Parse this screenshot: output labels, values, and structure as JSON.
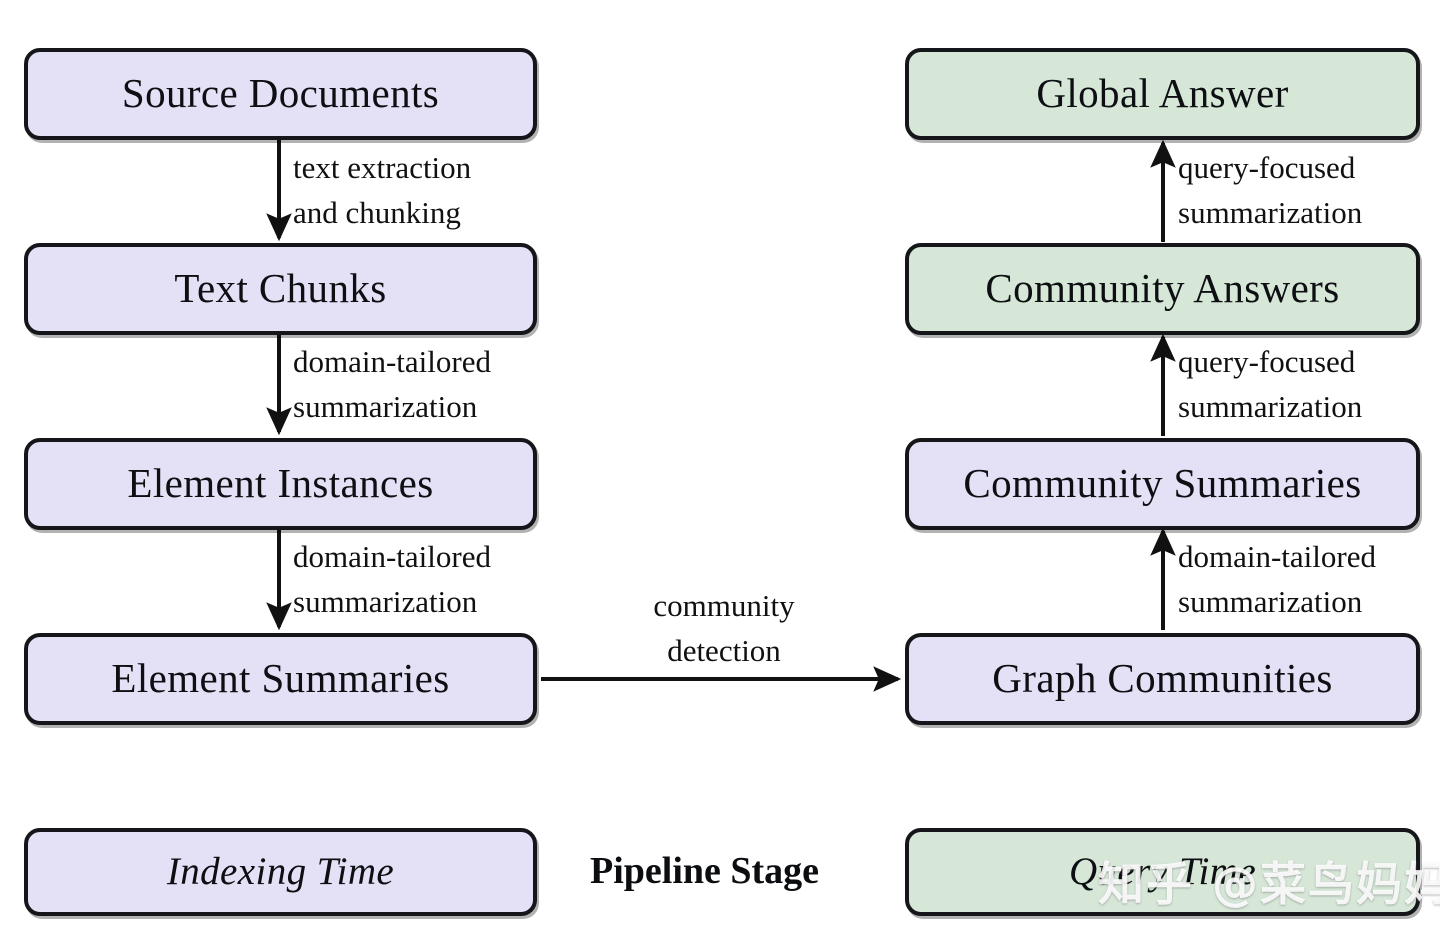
{
  "figure": {
    "type": "flow-diagram",
    "background": "#ffffff",
    "colors": {
      "indexing_fill": "#e4e1f7",
      "query_fill": "#d6e7d8",
      "border": "#14161a",
      "text": "#111111"
    }
  },
  "nodes": {
    "source_documents": "Source Documents",
    "text_chunks": "Text Chunks",
    "element_instances": "Element Instances",
    "element_summaries": "Element Summaries",
    "graph_communities": "Graph Communities",
    "community_summaries": "Community Summaries",
    "community_answers": "Community Answers",
    "global_answer": "Global Answer"
  },
  "edges": {
    "text_extraction": {
      "line1": "text extraction",
      "line2": "and chunking"
    },
    "domain_tailored_1": {
      "line1": "domain-tailored",
      "line2": "summarization"
    },
    "domain_tailored_2": {
      "line1": "domain-tailored",
      "line2": "summarization"
    },
    "community_detection": {
      "line1": "community",
      "line2": "detection"
    },
    "domain_tailored_3": {
      "line1": "domain-tailored",
      "line2": "summarization"
    },
    "query_focused_1": {
      "line1": "query-focused",
      "line2": "summarization"
    },
    "query_focused_2": {
      "line1": "query-focused",
      "line2": "summarization"
    }
  },
  "legend": {
    "indexing_time": "Indexing Time",
    "pipeline_stage": "Pipeline Stage",
    "query_time": "Query Time"
  },
  "watermark": {
    "text": "知乎 @菜鸟妈妈"
  }
}
